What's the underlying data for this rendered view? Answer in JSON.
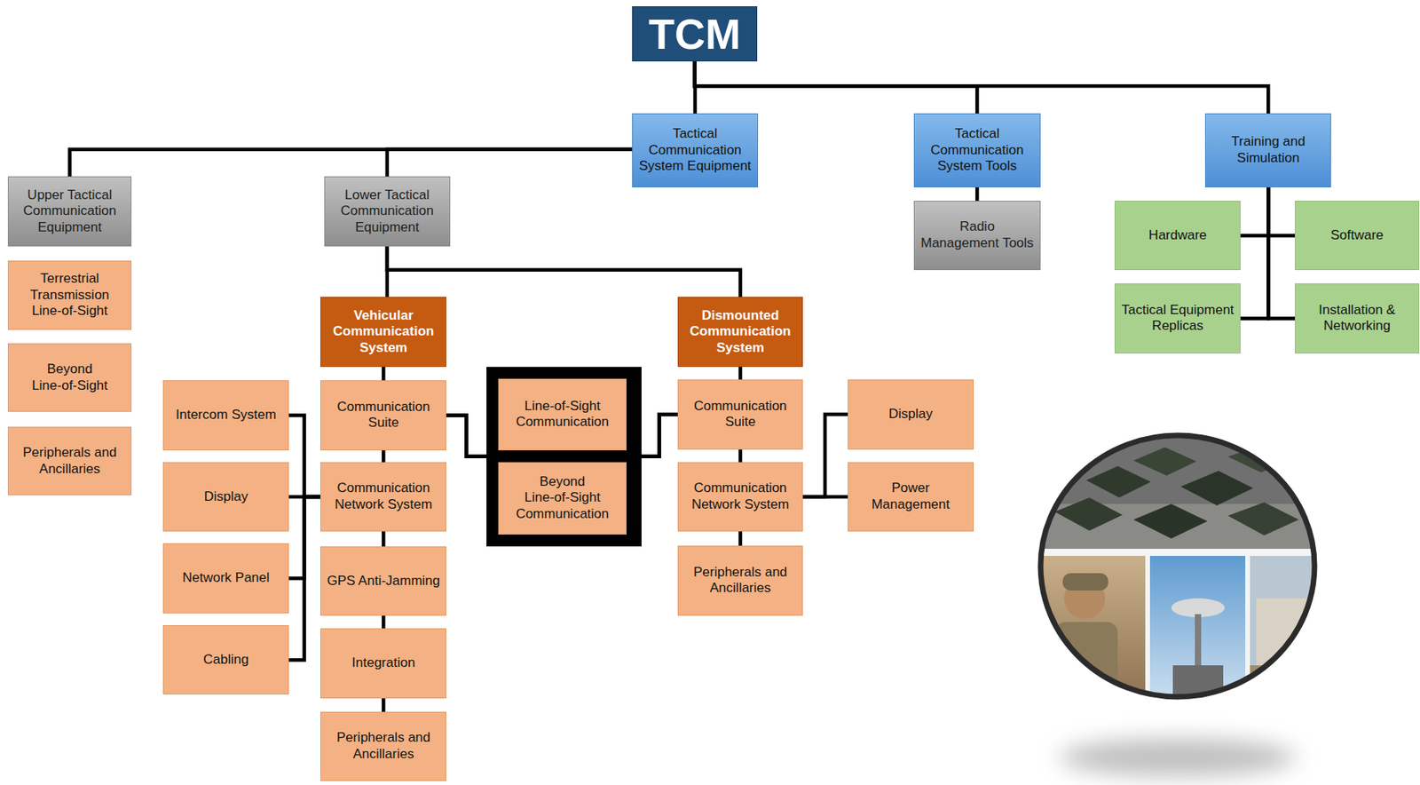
{
  "diagram": {
    "nodes": [
      {
        "text": [
          "TCM"
        ]
      },
      {
        "text": [
          "Tactical Communication System Equipment"
        ]
      },
      {
        "text": [
          "Tactical Communication System Tools"
        ]
      },
      {
        "text": [
          "Training and Simulation"
        ]
      },
      {
        "text": [
          "Upper Tactical Communication Equipment"
        ]
      },
      {
        "text": [
          "Lower Tactical Communication Equipment"
        ]
      },
      {
        "text": [
          "Radio Management Tools"
        ]
      },
      {
        "text": [
          "Hardware"
        ]
      },
      {
        "text": [
          "Software"
        ]
      },
      {
        "text": [
          "Tactical Equipment Replicas"
        ]
      },
      {
        "text": [
          "Installation & Networking"
        ]
      },
      {
        "text": [
          "Terrestrial Transmission Line-of-Sight"
        ]
      },
      {
        "text": [
          "Beyond Line-of-Sight"
        ]
      },
      {
        "text": [
          "Peripherals and Ancillaries"
        ]
      },
      {
        "text": [
          "Vehicular Communication System"
        ]
      },
      {
        "text": [
          "Dismounted Communication System"
        ]
      },
      {
        "text": [
          "Intercom System"
        ]
      },
      {
        "text": [
          "Communication Suite"
        ]
      },
      {
        "text": [
          "Line-of-Sight Communication"
        ]
      },
      {
        "text": [
          "Communication Suite"
        ]
      },
      {
        "text": [
          "Display"
        ]
      },
      {
        "text": [
          "Display"
        ]
      },
      {
        "text": [
          "Communication Network System"
        ]
      },
      {
        "text": [
          "Beyond Line-of-Sight Communication"
        ]
      },
      {
        "text": [
          "Communication Network System"
        ]
      },
      {
        "text": [
          "Power Management"
        ]
      },
      {
        "text": [
          "Network Panel"
        ]
      },
      {
        "text": [
          "GPS Anti-Jamming"
        ]
      },
      {
        "text": [
          "Peripherals and Ancillaries"
        ]
      },
      {
        "text": [
          "Cabling"
        ]
      },
      {
        "text": [
          "Integration"
        ]
      },
      {
        "text": [
          "Peripherals and Ancillaries"
        ]
      }
    ],
    "edges": [
      {
        "from": 0,
        "to": 1,
        "arrow": "none"
      },
      {
        "from": 0,
        "to": 2,
        "arrow": "none"
      },
      {
        "from": 0,
        "to": 3,
        "arrow": "none"
      },
      {
        "from": 1,
        "to": 4,
        "arrow": "none"
      },
      {
        "from": 1,
        "to": 5,
        "arrow": "none"
      },
      {
        "from": 2,
        "to": 6,
        "arrow": "none"
      },
      {
        "from": 3,
        "to": 7,
        "arrow": "none"
      },
      {
        "from": 3,
        "to": 8,
        "arrow": "none"
      },
      {
        "from": 3,
        "to": 9,
        "arrow": "none"
      },
      {
        "from": 3,
        "to": 10,
        "arrow": "none"
      },
      {
        "from": 5,
        "to": 14,
        "arrow": "none"
      },
      {
        "from": 5,
        "to": 15,
        "arrow": "none"
      },
      {
        "from": 14,
        "to": 17,
        "arrow": "none"
      },
      {
        "from": 17,
        "to": 22,
        "arrow": "none"
      },
      {
        "from": 22,
        "to": 27,
        "arrow": "none"
      },
      {
        "from": 27,
        "to": 30,
        "arrow": "none"
      },
      {
        "from": 30,
        "to": 31,
        "arrow": "none"
      },
      {
        "from": 22,
        "to": 16,
        "arrow": "none"
      },
      {
        "from": 22,
        "to": 21,
        "arrow": "none"
      },
      {
        "from": 22,
        "to": 26,
        "arrow": "none"
      },
      {
        "from": 22,
        "to": 29,
        "arrow": "none"
      },
      {
        "from": 17,
        "to": 18,
        "arrow": "none"
      },
      {
        "from": 17,
        "to": 23,
        "arrow": "none"
      },
      {
        "from": 15,
        "to": 19,
        "arrow": "none"
      },
      {
        "from": 19,
        "to": 24,
        "arrow": "none"
      },
      {
        "from": 24,
        "to": 28,
        "arrow": "none"
      },
      {
        "from": 24,
        "to": 20,
        "arrow": "none"
      },
      {
        "from": 24,
        "to": 25,
        "arrow": "none"
      },
      {
        "from": 19,
        "to": 18,
        "arrow": "none"
      },
      {
        "from": 19,
        "to": 23,
        "arrow": "none"
      }
    ]
  }
}
